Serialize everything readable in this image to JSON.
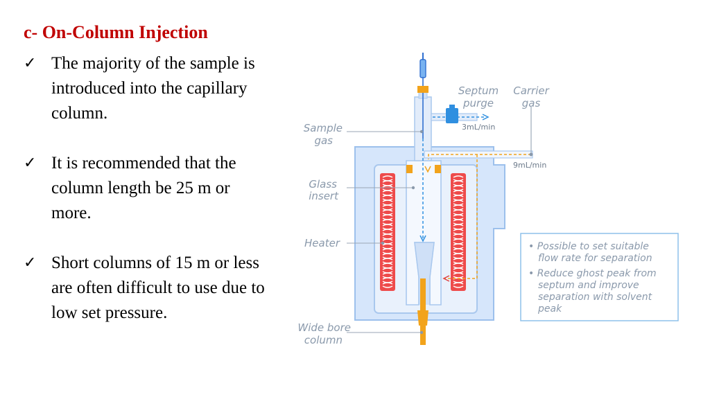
{
  "slide": {
    "title": "c- On-Column Injection",
    "check_glyph": "✓",
    "bullets": [
      "The majority of the sample is introduced into the capillary column.",
      "It is recommended that the column length be 25 m or more.",
      "Short columns of 15 m or less are often difficult to use due to low set pressure."
    ]
  },
  "diagram": {
    "labels": {
      "septum_purge_1": "Septum",
      "septum_purge_2": "purge",
      "carrier_gas_1": "Carrier",
      "carrier_gas_2": "gas",
      "sample_gas_1": "Sample",
      "sample_gas_2": "gas",
      "glass_insert_1": "Glass",
      "glass_insert_2": "insert",
      "heater": "Heater",
      "wide_bore_1": "Wide bore",
      "wide_bore_2": "column",
      "flow_3": "3mL/min",
      "flow_9": "9mL/min"
    },
    "notes": [
      "• Possible to set suitable",
      "flow rate for separation",
      "• Reduce ghost peak from",
      "septum and improve",
      "separation with solvent",
      "peak"
    ],
    "colors": {
      "body": "#d6e6fb",
      "body_stroke": "#9cc0ec",
      "heater": "#ee4b4b",
      "orange": "#f2a31b",
      "label": "#8a99ab",
      "flow_blue": "#2f8fe0"
    }
  }
}
